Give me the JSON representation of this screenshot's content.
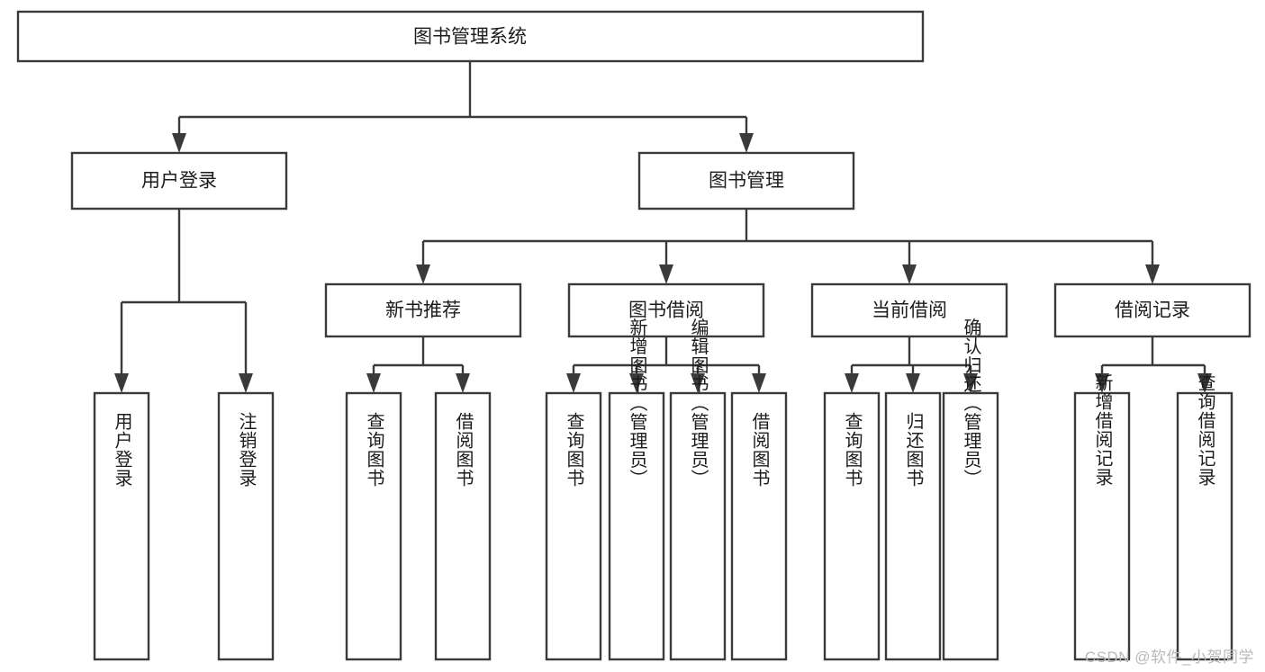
{
  "diagram": {
    "type": "tree-hierarchy-chart",
    "title_text": "图书管理系统",
    "colors": {
      "box_fill": "#ffffff",
      "box_stroke": "#3a3a3a",
      "line": "#3a3a3a",
      "text": "#1c1c1c",
      "watermark": "#b9b9b9",
      "background": "#ffffff"
    },
    "root": {
      "label": "图书管理系统"
    },
    "level1": [
      {
        "label": "用户登录"
      },
      {
        "label": "图书管理"
      }
    ],
    "level2": [
      {
        "label": "新书推荐"
      },
      {
        "label": "图书借阅"
      },
      {
        "label": "当前借阅"
      },
      {
        "label": "借阅记录"
      }
    ],
    "leaves": {
      "user_login": [
        {
          "label": "用户登录"
        },
        {
          "label": "注销登录"
        }
      ],
      "new_book_recommend": [
        {
          "label": "查询图书"
        },
        {
          "label": "借阅图书"
        }
      ],
      "book_borrow": [
        {
          "label": "查询图书"
        },
        {
          "label": "新增图书（管理员）"
        },
        {
          "label": "编辑图书（管理员）"
        },
        {
          "label": "借阅图书"
        }
      ],
      "current_borrow": [
        {
          "label": "查询图书"
        },
        {
          "label": "归还图书"
        },
        {
          "label": "确认归还（管理员）"
        }
      ],
      "borrow_record": [
        {
          "label": "新增借阅记录"
        },
        {
          "label": "查询借阅记录"
        }
      ]
    },
    "watermark": "CSDN @软件_小贺同学"
  }
}
